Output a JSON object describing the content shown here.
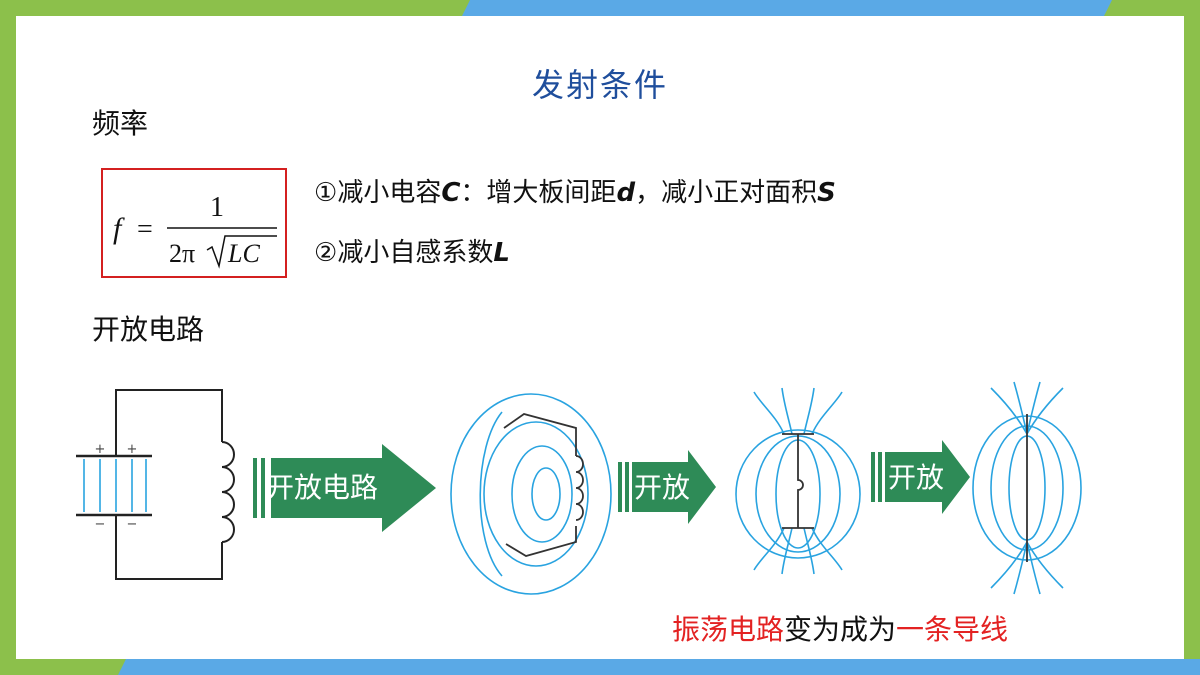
{
  "colors": {
    "green": "#8cc04b",
    "blue": "#5aa9e6",
    "title_blue": "#1f4e9c",
    "highlight_red": "#e32222",
    "arrow_green": "#2e8b57",
    "field_blue": "#29a3e0"
  },
  "title": "发射条件",
  "section1": "频率",
  "formula": {
    "lhs": "f",
    "eq": "=",
    "num": "1",
    "den_prefix": "2π",
    "den_rad": "LC"
  },
  "conditions": [
    {
      "marker": "①",
      "pre": "减小电容",
      "var1": "C",
      "mid": "：增大板间距",
      "var2": "d",
      "mid2": "，减小正对面积",
      "var3": "S"
    },
    {
      "marker": "②",
      "pre": "减小自感系数",
      "var1": "L"
    }
  ],
  "section2": "开放电路",
  "arrows": [
    "开放电路",
    "开放",
    "开放"
  ],
  "plates": {
    "plus": "+",
    "minus": "−"
  },
  "conclusion": {
    "part1": "振荡电路",
    "part2": "变为成为",
    "part3": "一条导线"
  }
}
